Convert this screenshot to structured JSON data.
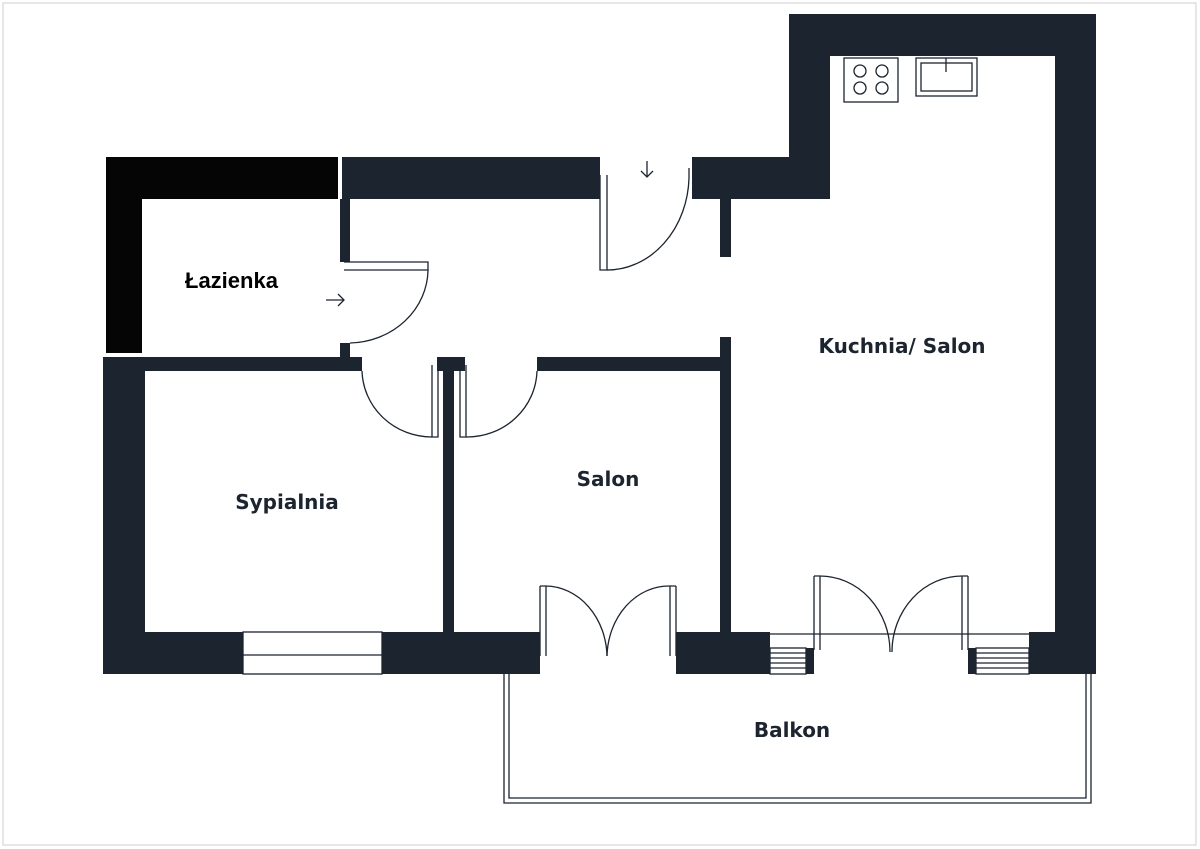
{
  "rooms": {
    "bathroom": "Łazienka",
    "kitchen_living": "Kuchnia/ Salon",
    "living": "Salon",
    "bedroom": "Sypialnia",
    "balcony": "Balkon"
  },
  "icons": {
    "entry": "arrow-down-icon",
    "bathroom_entry": "arrow-right-icon",
    "stove": "stove-icon",
    "sink": "sink-icon"
  },
  "colors": {
    "wall": "#1c2430",
    "bathroom_wall": "#050505",
    "background": "#ffffff"
  }
}
